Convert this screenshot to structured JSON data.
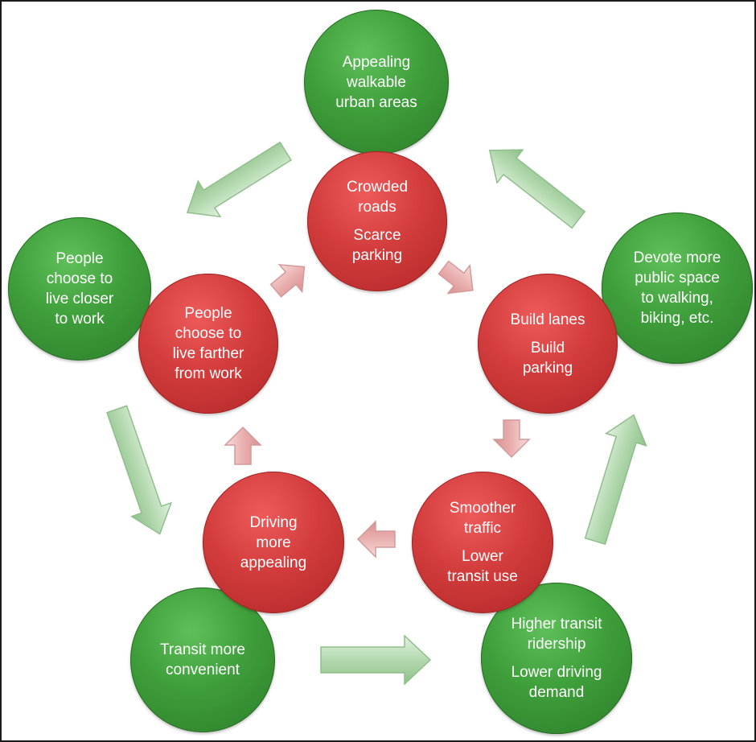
{
  "colors": {
    "outer_node": "#3e9e3a",
    "inner_node": "#d23c3c",
    "outer_arrow": "#b8dcb5",
    "inner_arrow": "#efb5b5"
  },
  "outer_cycle": {
    "appealing_walkable": [
      "Appealing",
      "walkable",
      "urban areas"
    ],
    "live_closer": [
      "People",
      "choose to",
      "live closer",
      "to work"
    ],
    "transit_convenient": [
      "Transit more",
      "convenient"
    ],
    "higher_ridership": {
      "p1": [
        "Higher transit",
        "ridership"
      ],
      "p2": [
        "Lower driving",
        "demand"
      ]
    },
    "devote_space": [
      "Devote more",
      "public space",
      "to walking,",
      "biking, etc."
    ]
  },
  "inner_cycle": {
    "crowded_roads": {
      "p1": [
        "Crowded",
        "roads"
      ],
      "p2": [
        "Scarce",
        "parking"
      ]
    },
    "build_lanes": {
      "p1": [
        "Build lanes"
      ],
      "p2": [
        "Build",
        "parking"
      ]
    },
    "smoother_traffic": {
      "p1": [
        "Smoother",
        "traffic"
      ],
      "p2": [
        "Lower",
        "transit use"
      ]
    },
    "driving_appealing": [
      "Driving",
      "more",
      "appealing"
    ],
    "live_farther": [
      "People",
      "choose to",
      "live farther",
      "from work"
    ]
  },
  "icons": {
    "outer_arrow": "block-arrow-icon",
    "inner_arrow": "block-arrow-icon"
  }
}
